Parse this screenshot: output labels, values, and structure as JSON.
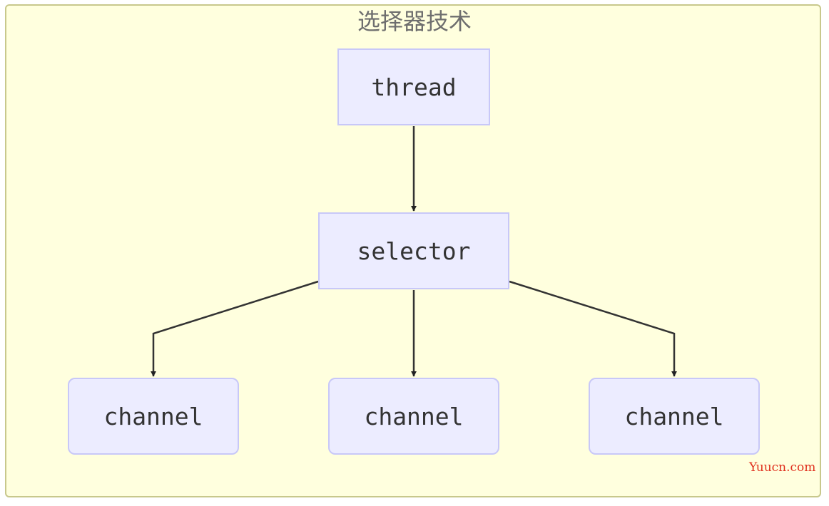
{
  "diagram": {
    "cluster_title": "选择器技术",
    "nodes": {
      "thread": "thread",
      "selector": "selector",
      "channel_1": "channel",
      "channel_2": "channel",
      "channel_3": "channel"
    },
    "edges": [
      {
        "from": "thread",
        "to": "selector"
      },
      {
        "from": "selector",
        "to": "channel_1"
      },
      {
        "from": "selector",
        "to": "channel_2"
      },
      {
        "from": "selector",
        "to": "channel_3"
      }
    ]
  },
  "watermark": "Yuucn.com",
  "colors": {
    "cluster_fill": "#ffffde",
    "cluster_border": "#c8c88c",
    "node_fill": "#ececff",
    "node_border": "#c8c8f8",
    "edge": "#333333",
    "watermark": "#e0301e"
  }
}
